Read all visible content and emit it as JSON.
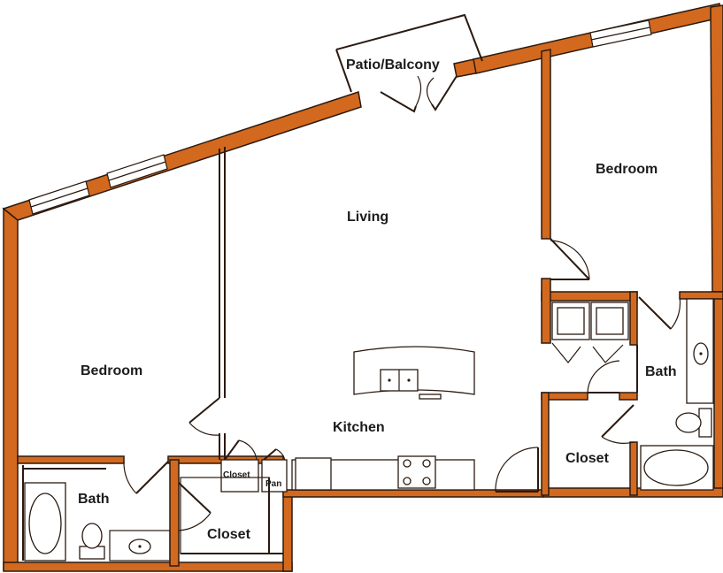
{
  "rooms": {
    "patio": "Patio/Balcony",
    "living": "Living",
    "bedroom_right": "Bedroom",
    "bedroom_left": "Bedroom",
    "kitchen": "Kitchen",
    "bath_right": "Bath",
    "bath_left": "Bath",
    "closet_right": "Closet",
    "closet_left": "Closet",
    "closet_small": "Closet",
    "pantry": "Pan"
  },
  "colors": {
    "wall": "#d2691e",
    "line": "#2b1a10",
    "background": "#ffffff"
  }
}
